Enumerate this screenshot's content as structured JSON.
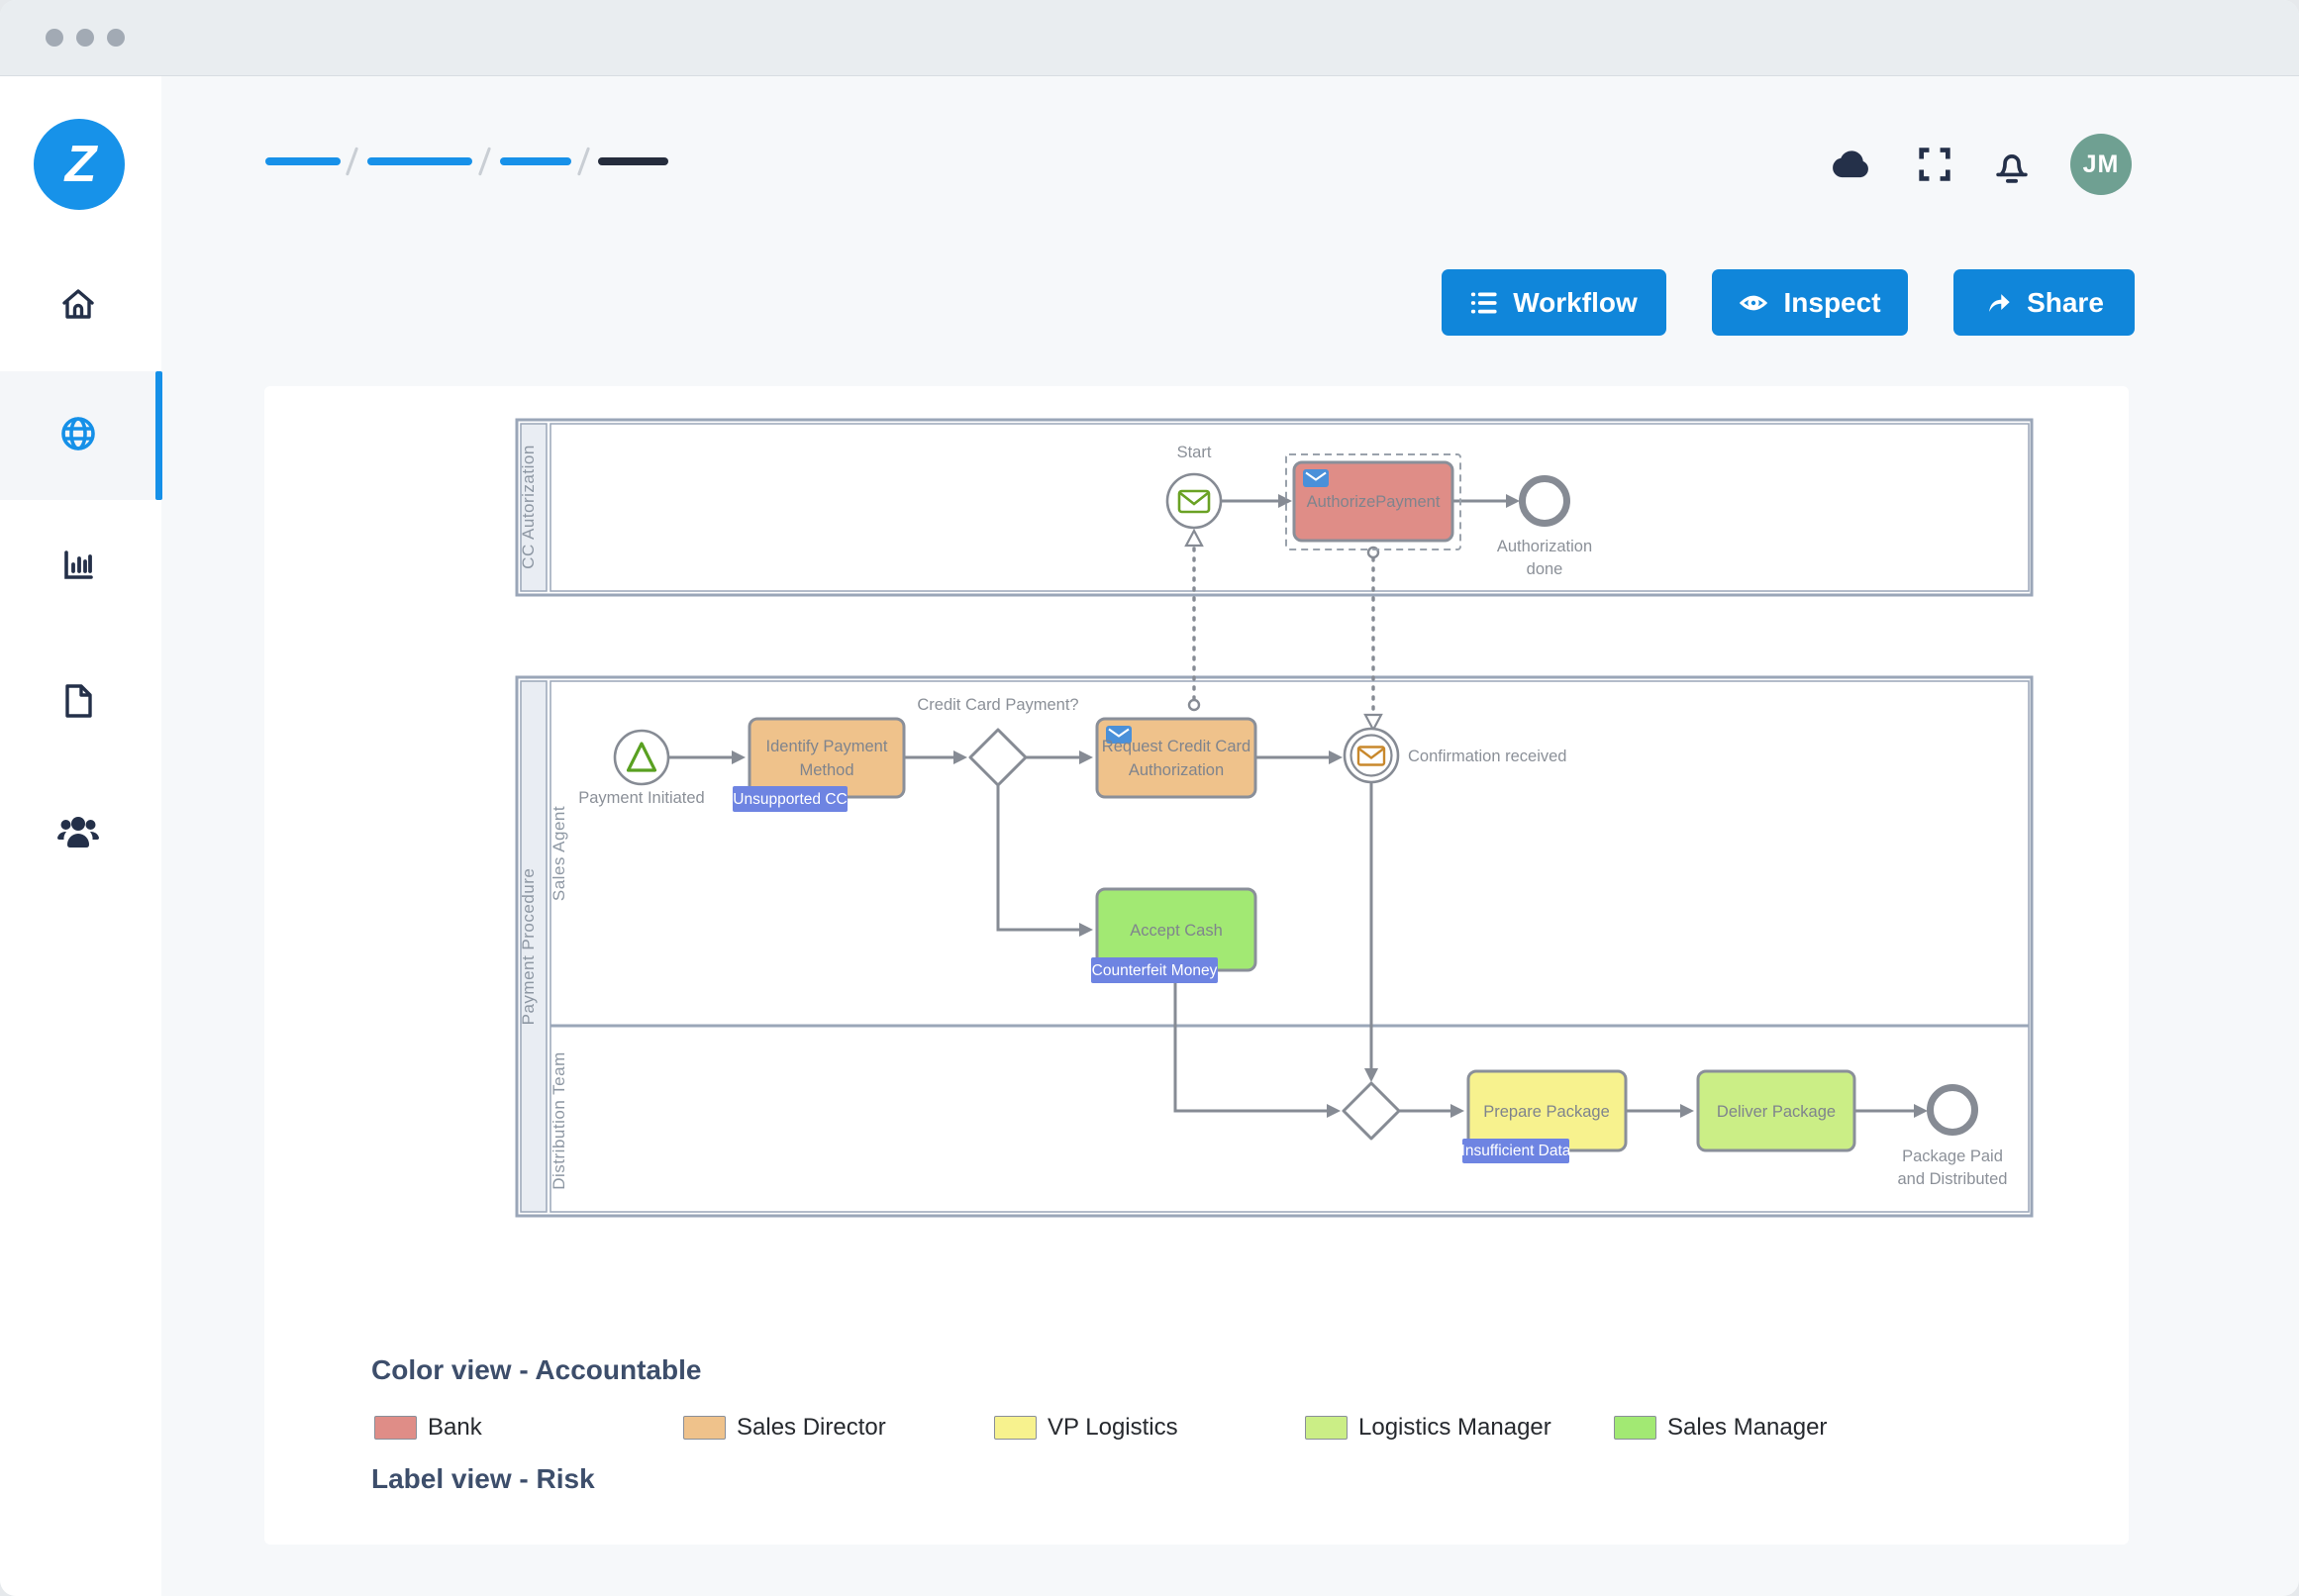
{
  "window": {
    "title_dots": "window controls"
  },
  "sidebar": {
    "logo_text": "Z",
    "items": [
      {
        "name": "home",
        "active": false
      },
      {
        "name": "workflows",
        "active": true
      },
      {
        "name": "analytics",
        "active": false
      },
      {
        "name": "documents",
        "active": false
      },
      {
        "name": "team",
        "active": false
      }
    ]
  },
  "header": {
    "avatar_initials": "JM",
    "icons": [
      "cloud",
      "fullscreen",
      "notifications"
    ]
  },
  "toolbar": {
    "workflow_label": "Workflow",
    "inspect_label": "Inspect",
    "share_label": "Share"
  },
  "colors": {
    "accent": "#1086da",
    "breadcrumb_blue": "#1791e9",
    "breadcrumb_dark": "#252c3c",
    "salmon": "#df8d87",
    "tan": "#efc28b",
    "green": "#a2e973",
    "yellow": "#f7f28e",
    "yellow_green": "#cbee86",
    "badge_blue": "#6e84e2",
    "avatar_teal": "#6fa092"
  },
  "diagram": {
    "pool_cc": {
      "label": "CC Autorization"
    },
    "pool_payment": {
      "label": "Payment Procedure",
      "lane_sales": "Sales Agent",
      "lane_distribution": "Distribution Team"
    },
    "start": {
      "label": "Start"
    },
    "authorize_payment": {
      "label": "AuthorizePayment"
    },
    "authorization_done": {
      "line1": "Authorization",
      "line2": "done"
    },
    "payment_initiated": {
      "label": "Payment Initiated"
    },
    "identify_payment": {
      "line1": "Identify Payment",
      "line2": "Method",
      "badge": "Unsupported CC"
    },
    "cc_gateway": {
      "label": "Credit Card Payment?"
    },
    "request_auth": {
      "line1": "Request Credit Card",
      "line2": "Authorization"
    },
    "confirmation": {
      "label": "Confirmation received"
    },
    "accept_cash": {
      "label": "Accept Cash",
      "badge": "Counterfeit Money"
    },
    "prepare_package": {
      "label": "Prepare Package",
      "badge": "Insufficient Data"
    },
    "deliver_package": {
      "label": "Deliver Package"
    },
    "package_end": {
      "line1": "Package Paid",
      "line2": "and Distributed"
    }
  },
  "legend": {
    "color_view_title": "Color view - Accountable",
    "label_view_title": "Label view - Risk",
    "items": [
      {
        "label": "Bank",
        "color": "#df8d87"
      },
      {
        "label": "Sales Director",
        "color": "#efc28b"
      },
      {
        "label": "VP Logistics",
        "color": "#f7f28e"
      },
      {
        "label": "Logistics Manager",
        "color": "#cbee86"
      },
      {
        "label": "Sales Manager",
        "color": "#a2e973"
      }
    ]
  }
}
